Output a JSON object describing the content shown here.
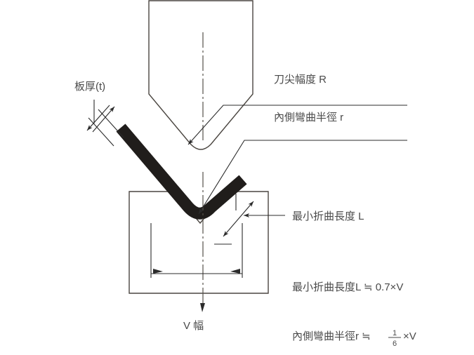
{
  "diagram": {
    "title_hidden": "",
    "labels": {
      "plate_thickness": "板厚(t)",
      "punch_tip_radius": "刀尖幅度 R",
      "inner_bend_radius": "內側彎曲半徑 r",
      "min_bend_length": "最小折曲長度 L",
      "v_width": "V 幅"
    },
    "formulas": {
      "min_bend_length": "最小折曲長度L ≒ 0.7×V",
      "inner_radius_prefix": "內側彎曲半徑r ≒",
      "inner_radius_numerator": "1",
      "inner_radius_denominator": "6",
      "inner_radius_suffix": "×V"
    },
    "colors": {
      "tool_edge_orange": "#F9B233",
      "tool_center_cream": "#FEF6E2",
      "tool_outline": "#4A4540",
      "sheet_black": "#201D1B",
      "line_black": "#2B2B2B",
      "text_gray": "#4A4A4A",
      "background": "#FFFFFF"
    },
    "parts": {
      "punch": "upper-punch-tool",
      "die": "lower-die-tool",
      "sheet": "bent-sheet-metal"
    }
  }
}
